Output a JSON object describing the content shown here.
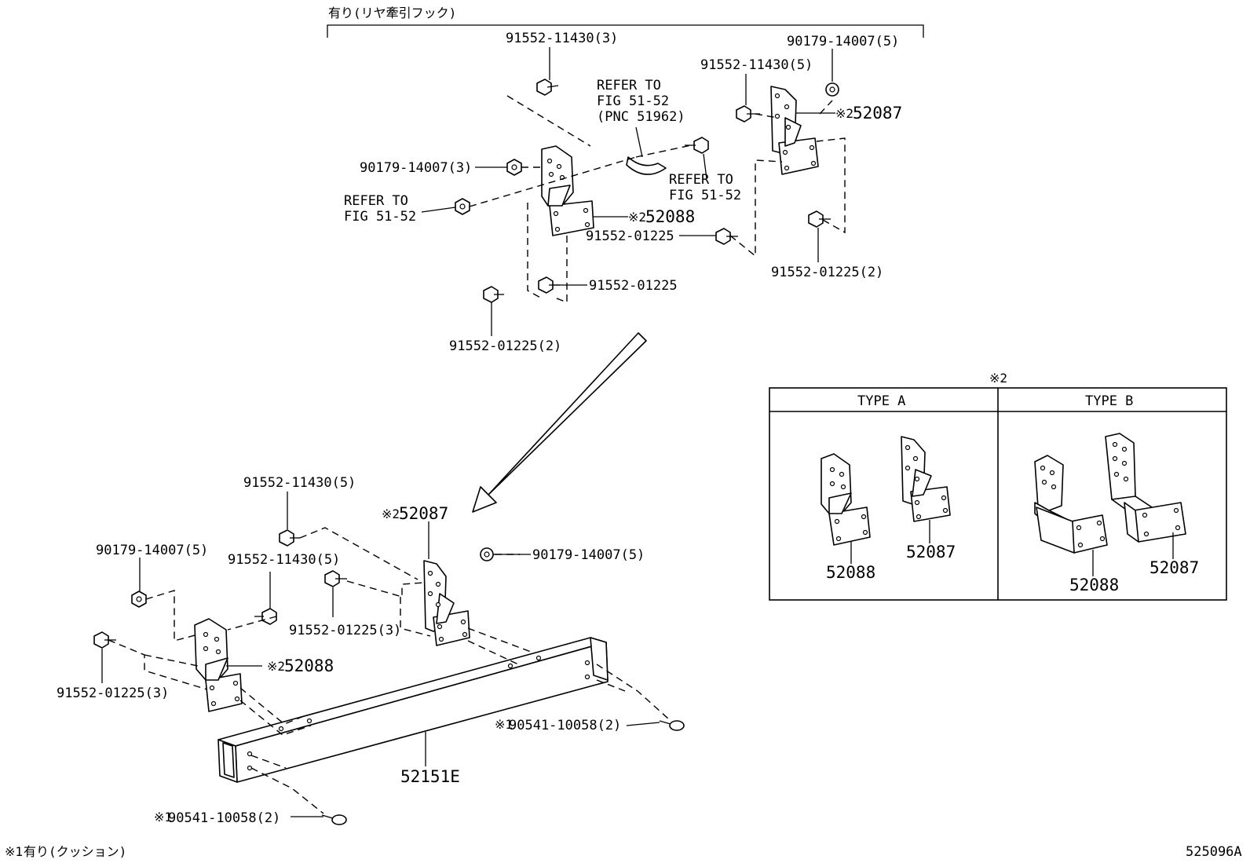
{
  "header": {
    "bracket_label": "有り(リヤ牽引フック)"
  },
  "callouts": {
    "top_bolt_11430_3": "91552-11430(3)",
    "top_nut_14007_5": "90179-14007(5)",
    "top_bolt_11430_5": "91552-11430(5)",
    "top_52087_mark": "※2",
    "top_52087": "52087",
    "refer_pnc_l1": "REFER TO",
    "refer_pnc_l2": "FIG 51-52",
    "refer_pnc_l3": "(PNC 51962)",
    "top_nut_14007_3": "90179-14007(3)",
    "refer_left_l1": "REFER TO",
    "refer_left_l2": "FIG 51-52",
    "refer_right_l1": "REFER TO",
    "refer_right_l2": "FIG 51-52",
    "top_52088_mark": "※2",
    "top_52088": "52088",
    "top_bolt_01225_mid": "91552-01225",
    "top_bolt_01225_2_right": "91552-01225(2)",
    "top_bolt_01225_lower": "91552-01225",
    "top_bolt_01225_2_left": "91552-01225(2)",
    "bot_bolt_11430_5_top": "91552-11430(5)",
    "bot_52087_mark": "※2",
    "bot_52087": "52087",
    "bot_nut_14007_5_left": "90179-14007(5)",
    "bot_bolt_11430_5_mid": "91552-11430(5)",
    "bot_nut_14007_5_right": "90179-14007(5)",
    "bot_bolt_01225_3_mid": "91552-01225(3)",
    "bot_52088_mark": "※2",
    "bot_52088": "52088",
    "bot_bolt_01225_3_left": "91552-01225(3)",
    "cushion_right_mark": "※1",
    "cushion_right": "90541-10058(2)",
    "crossmember": "52151E",
    "cushion_left_mark": "※1",
    "cushion_left": "90541-10058(2)"
  },
  "inset": {
    "mark": "※2",
    "type_a": {
      "header": "TYPE  A",
      "label_52088": "52088",
      "label_52087": "52087"
    },
    "type_b": {
      "header": "TYPE  B",
      "label_52088": "52088",
      "label_52087": "52087"
    }
  },
  "footer": {
    "note_mark": "※1",
    "note": "有り(クッション)",
    "figure_id": "525096A"
  }
}
